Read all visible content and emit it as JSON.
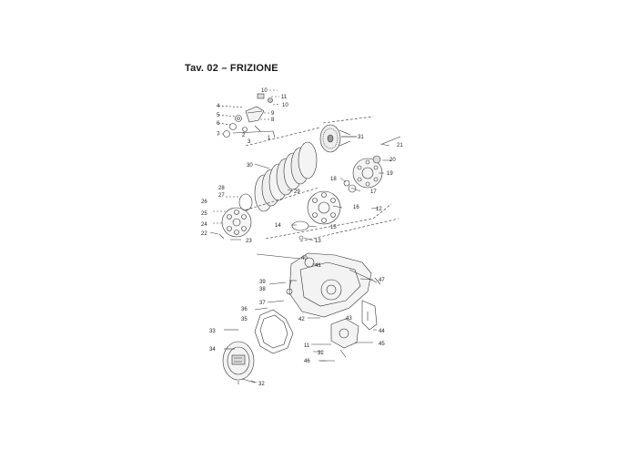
{
  "header": {
    "title": "Tav. 02 – FRIZIONE"
  },
  "callouts": {
    "c1": "1",
    "c2": "2",
    "c3": "3",
    "c4": "4",
    "c5": "5",
    "c6": "6",
    "c7": "7",
    "c8": "8",
    "c9": "9",
    "c10": "10",
    "c10b": "10",
    "c11": "11",
    "c11b": "11",
    "c12": "12",
    "c13": "13",
    "c14": "14",
    "c15": "15",
    "c16": "16",
    "c17": "17",
    "c18": "18",
    "c19": "19",
    "c20": "20",
    "c21": "21",
    "c22": "22",
    "c23": "23",
    "c24": "24",
    "c25": "25",
    "c26": "26",
    "c27": "27",
    "c28": "28",
    "c29": "29",
    "c30": "30",
    "c31": "31",
    "c32": "32",
    "c32b": "32",
    "c33": "33",
    "c34": "34",
    "c35": "35",
    "c36": "36",
    "c37": "37",
    "c38": "38",
    "c39": "39",
    "c40": "40",
    "c41": "41",
    "c42": "42",
    "c43": "43",
    "c44": "44",
    "c45": "45",
    "c46": "46",
    "c47": "47"
  }
}
